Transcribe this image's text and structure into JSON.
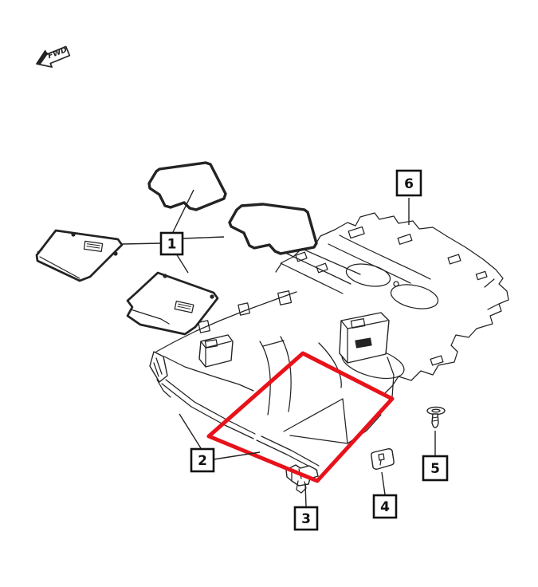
{
  "diagram": {
    "direction_indicator": {
      "label": "FWD"
    },
    "callouts": [
      {
        "label": "1"
      },
      {
        "label": "2"
      },
      {
        "label": "3"
      },
      {
        "label": "4"
      },
      {
        "label": "5"
      },
      {
        "label": "6"
      }
    ]
  },
  "colors": {
    "line": "#232323",
    "highlight": "#e8121a",
    "background": "#ffffff",
    "callout_border": "#111111"
  }
}
